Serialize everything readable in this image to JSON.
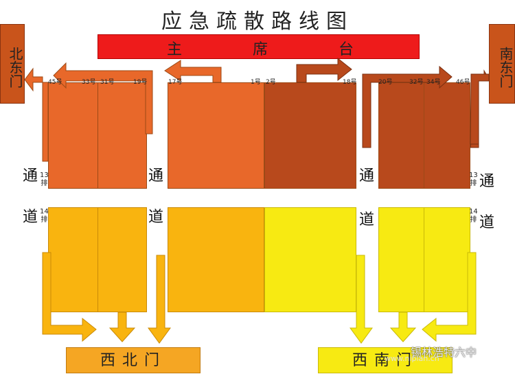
{
  "title": "应急疏散路线图",
  "stage": {
    "char1": "主",
    "char2": "席",
    "char3": "台"
  },
  "doors": {
    "north_east": "北东门",
    "south_east": "南东门",
    "west_north": "西北门",
    "west_south": "西南门"
  },
  "aisle": {
    "tong": "通",
    "dao": "道"
  },
  "rows": {
    "row13": "13",
    "row14": "14",
    "pai": "排"
  },
  "seats": {
    "s45": "45号",
    "s33": "33号",
    "s31": "31号",
    "s19": "19号",
    "s17": "17号",
    "s1": "1号",
    "s2": "2号",
    "s18": "18号",
    "s20": "20号",
    "s32": "32号",
    "s34": "34号",
    "s46": "46号"
  },
  "watermark": {
    "text": "锡林浩特六中",
    "url": "www.nipian.cn"
  },
  "colors": {
    "stage": "#ee1b1b",
    "front_left": "#e8682a",
    "front_center_right": "#b8491c",
    "front_right": "#b8491c",
    "back_left": "#f9b40f",
    "back_center_left": "#f9b40f",
    "back_center_right": "#f7ea12",
    "back_right": "#f7ea12",
    "door_top": "#c9541b",
    "door_bottom": "#f5a623"
  }
}
